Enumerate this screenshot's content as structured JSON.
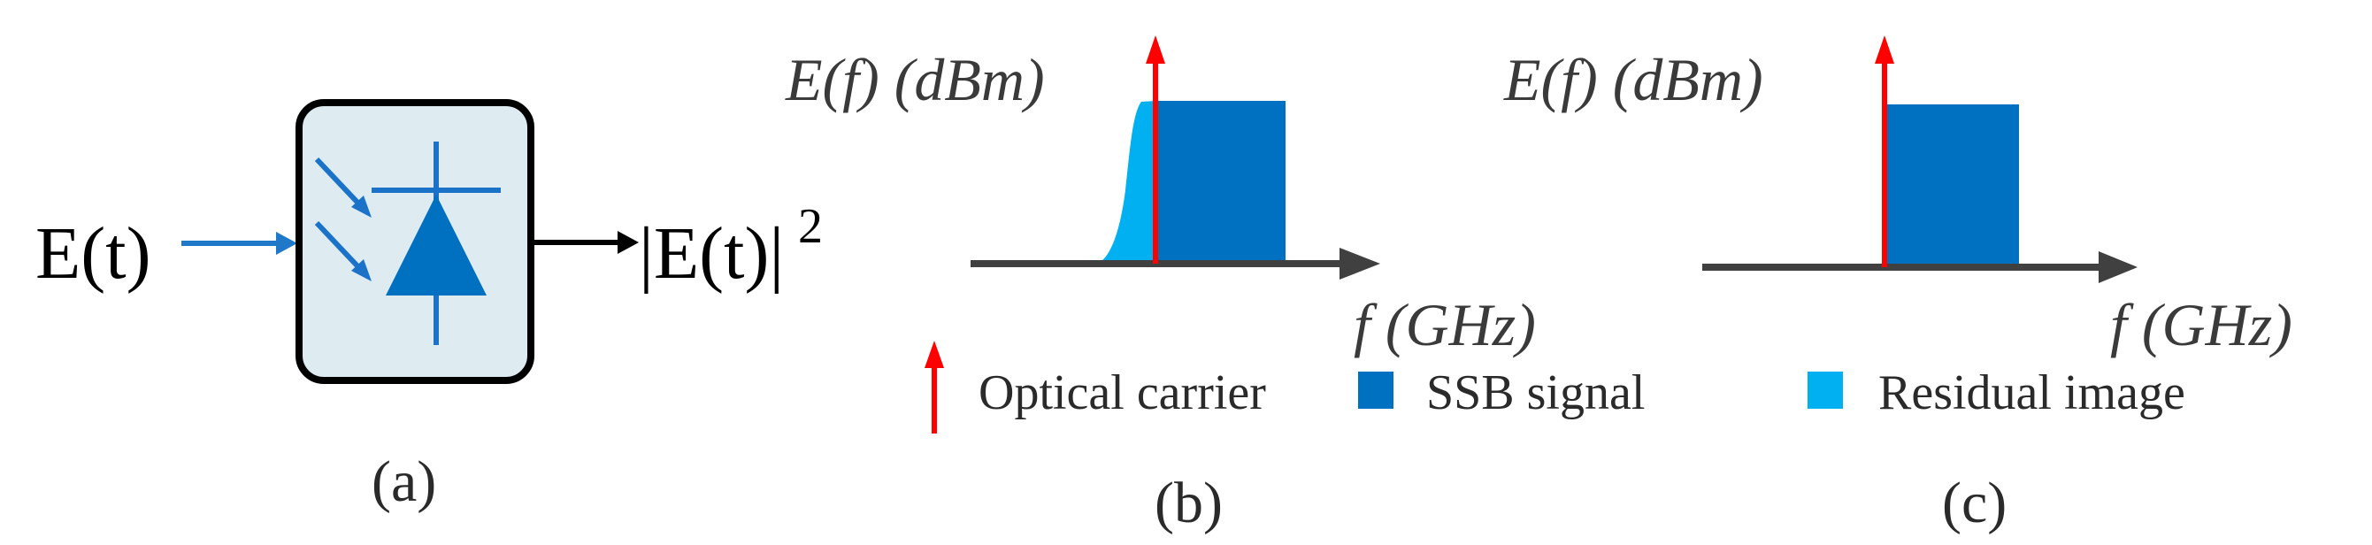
{
  "colors": {
    "carrier_red": "#ff0000",
    "ssb_blue": "#0070c0",
    "residual_cyan": "#00b0f0",
    "axis_gray": "#404040",
    "box_fill": "#deebf1",
    "box_stroke": "#000000",
    "arrow_blue": "#1f78c8"
  },
  "panel_a": {
    "input_label": "E(t)",
    "output_label": "|E(t)|",
    "output_exponent": "2",
    "caption": "(a)",
    "icon": "photodiode-icon"
  },
  "panel_b": {
    "ylabel": "E(f) (dBm)",
    "xlabel": "f (GHz)",
    "caption": "(b)"
  },
  "panel_c": {
    "ylabel": "E(f) (dBm)",
    "xlabel": "f (GHz)",
    "caption": "(c)"
  },
  "legend": [
    {
      "label": "Optical carrier",
      "icon": "red-up-arrow-icon"
    },
    {
      "label": "SSB signal",
      "icon": "dark-blue-square-icon"
    },
    {
      "label": "Residual image",
      "icon": "light-blue-square-icon"
    }
  ]
}
